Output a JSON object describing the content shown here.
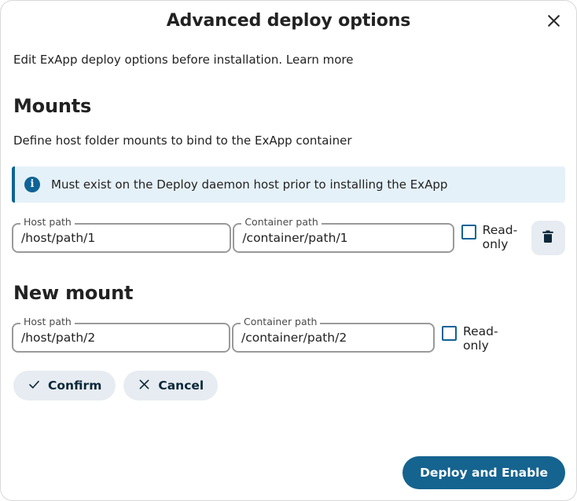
{
  "dialog": {
    "title": "Advanced deploy options",
    "close_icon": "close-icon",
    "intro": "Edit ExApp deploy options before installation. Learn more"
  },
  "mounts_section": {
    "heading": "Mounts",
    "subtitle": "Define host folder mounts to bind to the ExApp container",
    "note": {
      "icon": "information-icon",
      "glyph": "i",
      "text": "Must exist on the Deploy daemon host prior to installing the ExApp",
      "accent_color": "#0f6396",
      "background_color": "#e5f1f8"
    },
    "rows": [
      {
        "host_label": "Host path",
        "host_value": "/host/path/1",
        "container_label": "Container path",
        "container_value": "/container/path/1",
        "readonly_label": "Read-only",
        "readonly_checked": false,
        "delete_icon": "trash-icon"
      }
    ]
  },
  "new_mount": {
    "heading": "New mount",
    "host_label": "Host path",
    "host_value": "/host/path/2",
    "container_label": "Container path",
    "container_value": "/container/path/2",
    "readonly_label": "Read-only",
    "readonly_checked": false,
    "confirm_label": "Confirm",
    "confirm_icon": "check-icon",
    "cancel_label": "Cancel",
    "cancel_icon": "close-icon"
  },
  "footer": {
    "primary_label": "Deploy and Enable",
    "primary_color": "#15638f"
  }
}
